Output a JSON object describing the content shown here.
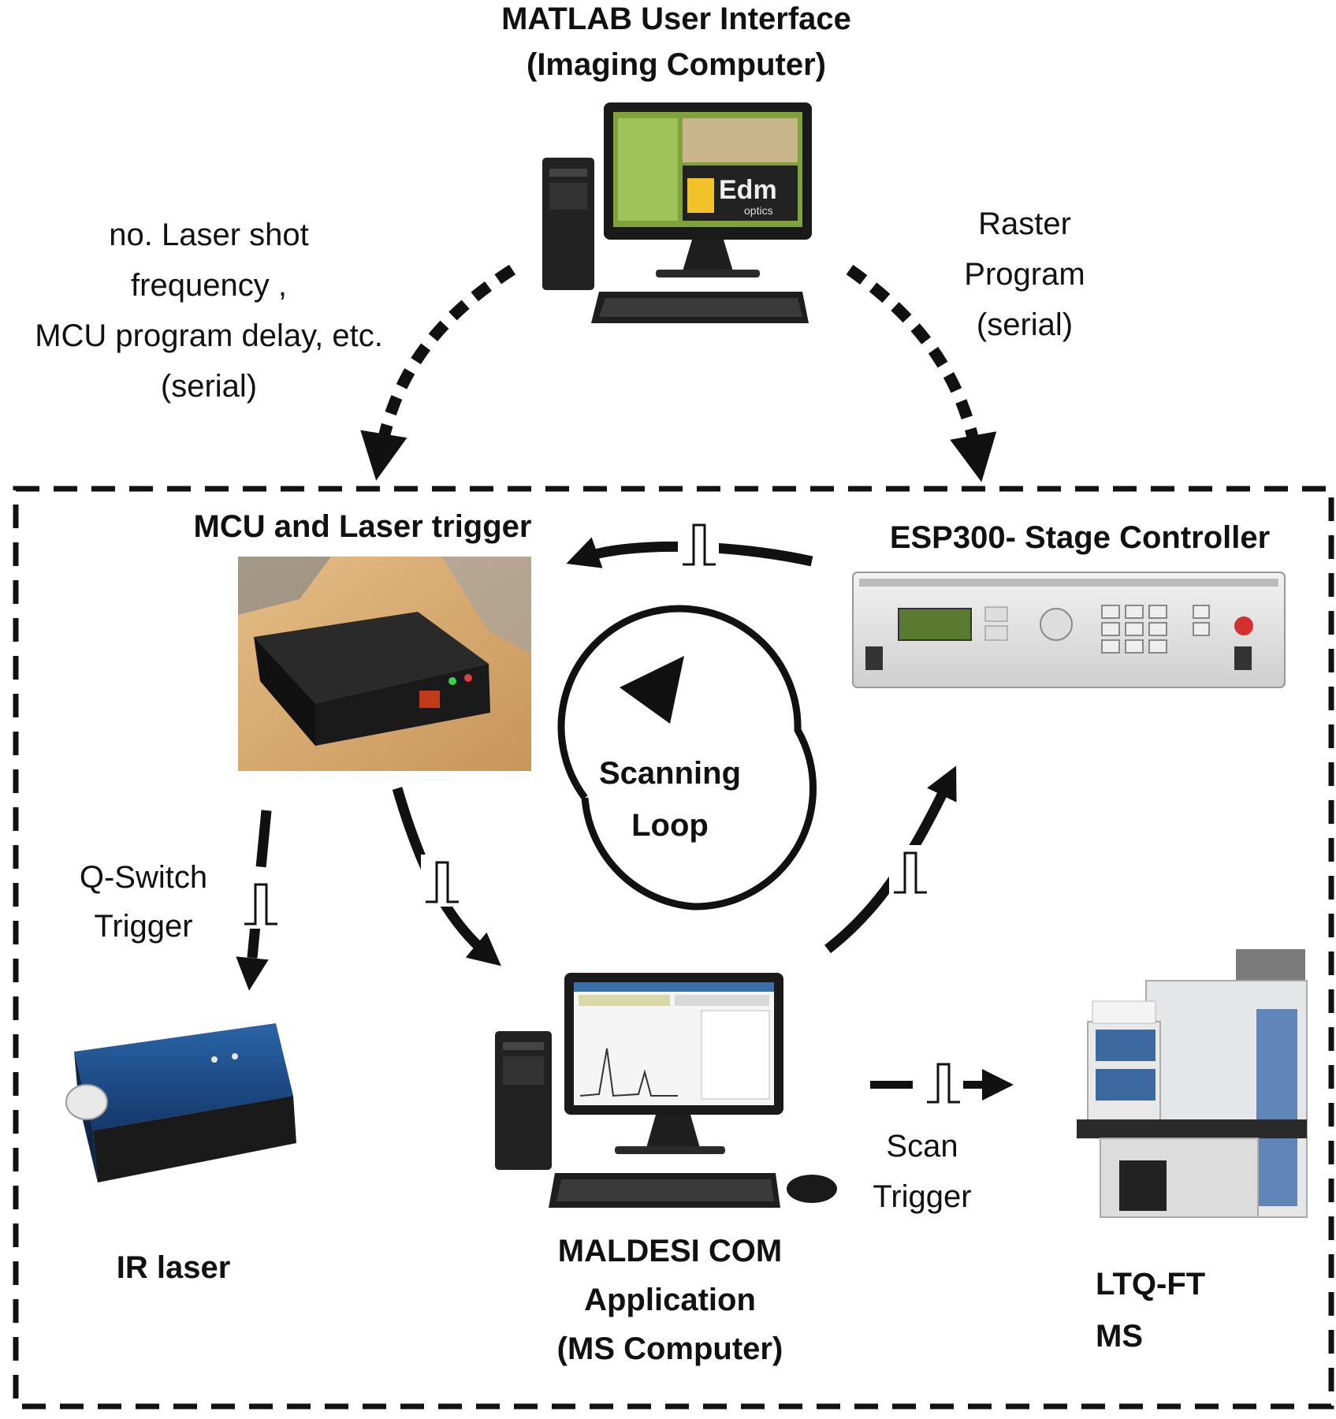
{
  "nodes": {
    "matlab": {
      "line1": "MATLAB User Interface",
      "line2": "(Imaging Computer)",
      "screen_brand": "Edm",
      "screen_sub": "optics"
    },
    "mcu": {
      "label": "MCU and Laser trigger"
    },
    "esp": {
      "label": "ESP300- Stage Controller"
    },
    "ir_laser": {
      "label": "IR laser"
    },
    "maldesi": {
      "line1": "MALDESI COM",
      "line2": "Application",
      "line3": "(MS Computer)"
    },
    "ltq": {
      "line1": "LTQ-FT",
      "line2": "MS"
    }
  },
  "edges": {
    "left_serial": {
      "line1": "no. Laser shot",
      "line2": "frequency ,",
      "line3": "MCU program delay, etc.",
      "line4": "(serial)"
    },
    "right_serial": {
      "line1": "Raster",
      "line2": "Program",
      "line3": "(serial)"
    },
    "q_switch": {
      "line1": "Q-Switch",
      "line2": "Trigger"
    },
    "scan_trigger": {
      "line1": "Scan",
      "line2": "Trigger"
    }
  },
  "loop": {
    "line1": "Scanning",
    "line2": "Loop"
  },
  "colors": {
    "line": "#111111",
    "laser_blue": "#1d4f8c",
    "lcd_green": "#7fa33a",
    "wood": "#d9b07a"
  }
}
